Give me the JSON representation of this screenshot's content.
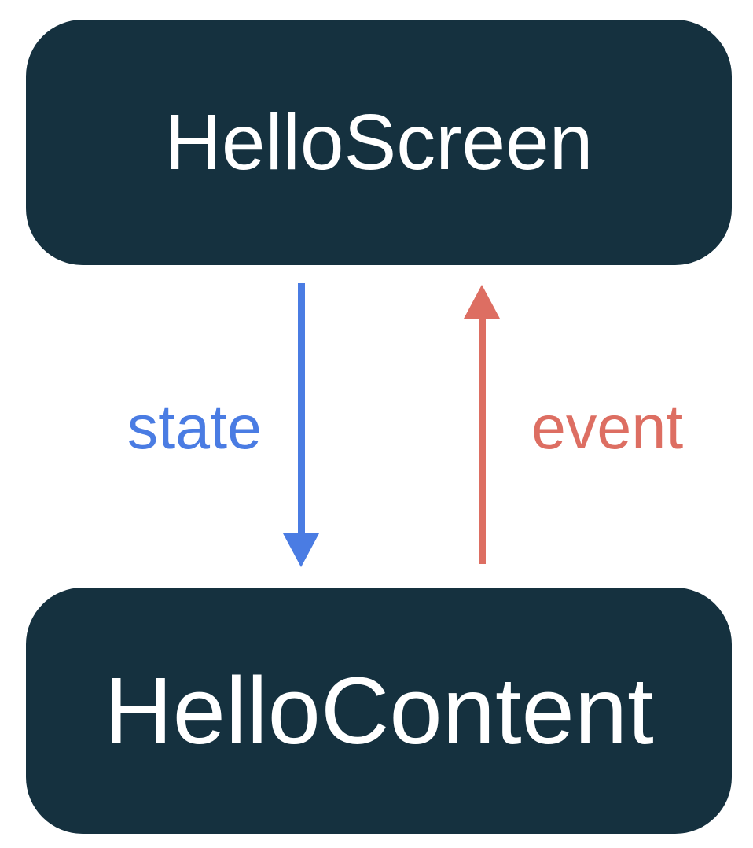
{
  "diagram": {
    "top_box": {
      "label": "HelloScreen"
    },
    "bottom_box": {
      "label": "HelloContent"
    },
    "state_arrow": {
      "label": "state",
      "direction": "down"
    },
    "event_arrow": {
      "label": "event",
      "direction": "up"
    }
  },
  "colors": {
    "box_fill": "#15313F",
    "box_text": "#FFFFFF",
    "state_blue": "#4A7CE3",
    "event_red": "#DD6E62",
    "page_bg": "#FFFFFF"
  }
}
